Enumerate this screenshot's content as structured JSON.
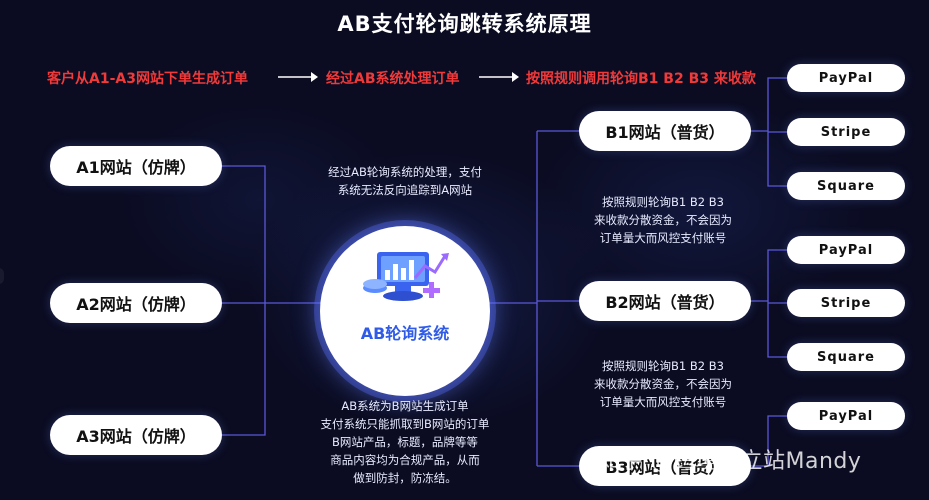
{
  "title": "AB支付轮询跳转系统原理",
  "flow": {
    "step1": "客户从A1-A3网站下单生成订单",
    "step2": "经过AB系统处理订单",
    "step3": "按照规则调用轮询B1 B2 B3 来收款"
  },
  "a_sites": [
    "A1网站（仿牌）",
    "A2网站（仿牌）",
    "A3网站（仿牌）"
  ],
  "core": {
    "label": "AB轮询系统"
  },
  "note_top": [
    "经过AB轮询系统的处理，支付",
    "系统无法反向追踪到A网站"
  ],
  "note_bottom": [
    "AB系统为B网站生成订单",
    "支付系统只能抓取到B网站的订单",
    "B网站产品，标题，品牌等等",
    "商品内容均为合规产品，从而",
    "做到防封，防冻结。"
  ],
  "b_sites": [
    "B1网站（普货）",
    "B2网站（普货）",
    "B3网站（普货）"
  ],
  "b_notes": [
    [
      "按照规则轮询B1 B2 B3",
      "来收款分散资金，不会因为",
      "订单量大而风控支付账号"
    ],
    [
      "按照规则轮询B1 B2 B3",
      "来收款分散资金，不会因为",
      "订单量大而风控支付账号"
    ]
  ],
  "payments": [
    [
      "PayPal",
      "Stripe",
      "Square"
    ],
    [
      "PayPal",
      "Stripe",
      "Square"
    ],
    [
      "PayPal"
    ]
  ],
  "watermark": "知乎 @跨境独立站Mandy",
  "colors": {
    "background": "#0b0c22",
    "connector": "#5a57d8",
    "flow_text": "#f03a3a",
    "core_text": "#2f5be8"
  }
}
